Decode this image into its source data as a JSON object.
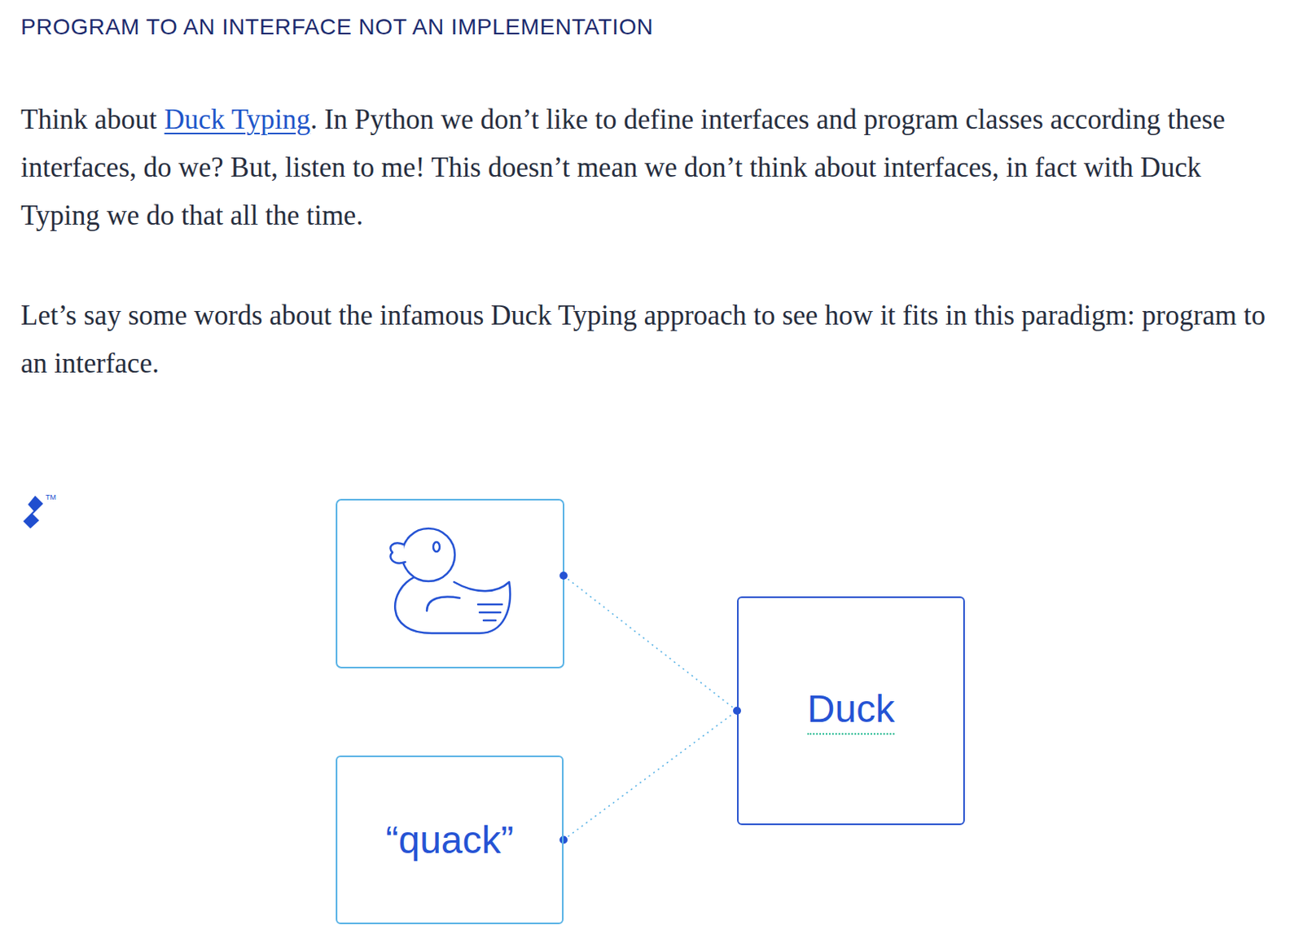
{
  "diagram": {
    "title": "PROGRAM TO AN INTERFACE NOT AN IMPLEMENTATION",
    "nodes": [
      {
        "text": [
          "“quack”"
        ]
      },
      {
        "text": [
          "Duck"
        ]
      }
    ],
    "edges": [
      {
        "from": 0,
        "to": 1,
        "arrow": "none"
      }
    ],
    "labels": [
      "Think about",
      "Duck Typing",
      ". In Python we don’t like to define interfaces and program classes according these interfaces, do we? But, listen to me! This doesn’t mean we don’t think about interfaces, in fact with Duck Typing we do that all the time.",
      "Let’s say some words about the infamous Duck Typing approach to see how it fits in this paradigm: program to an interface.",
      "TM"
    ]
  }
}
